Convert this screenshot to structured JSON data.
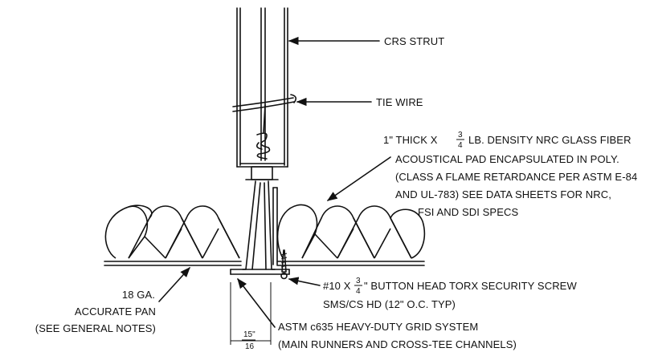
{
  "labels": {
    "crs_strut": "CRS STRUT",
    "tie_wire": "TIE WIRE",
    "pad_line1_a": "1\"  THICK X",
    "pad_line1_num": "3",
    "pad_line1_den": "4",
    "pad_line1_b": "LB. DENSITY NRC GLASS FIBER",
    "pad_line2": "ACOUSTICAL PAD ENCAPSULATED IN POLY.",
    "pad_line3": "(CLASS A FLAME RETARDANCE PER ASTM E-84",
    "pad_line4": "AND UL-783) SEE DATA SHEETS FOR NRC,",
    "pad_line5": "FSI AND SDI SPECS",
    "screw_line1_a": "#10 X",
    "screw_line1_num": "3",
    "screw_line1_den": "4",
    "screw_line1_b": "\" BUTTON HEAD TORX SECURITY SCREW",
    "screw_line2": "SMS/CS HD (12\" O.C. TYP)",
    "pan_line1": "18 GA.",
    "pan_line2": "ACCURATE PAN",
    "pan_line3": "(SEE GENERAL NOTES)",
    "grid_line1": "ASTM c635 HEAVY-DUTY GRID SYSTEM",
    "grid_line2": "(MAIN RUNNERS AND CROSS-TEE CHANNELS)",
    "dim_num": "15\"",
    "dim_den": "16"
  }
}
